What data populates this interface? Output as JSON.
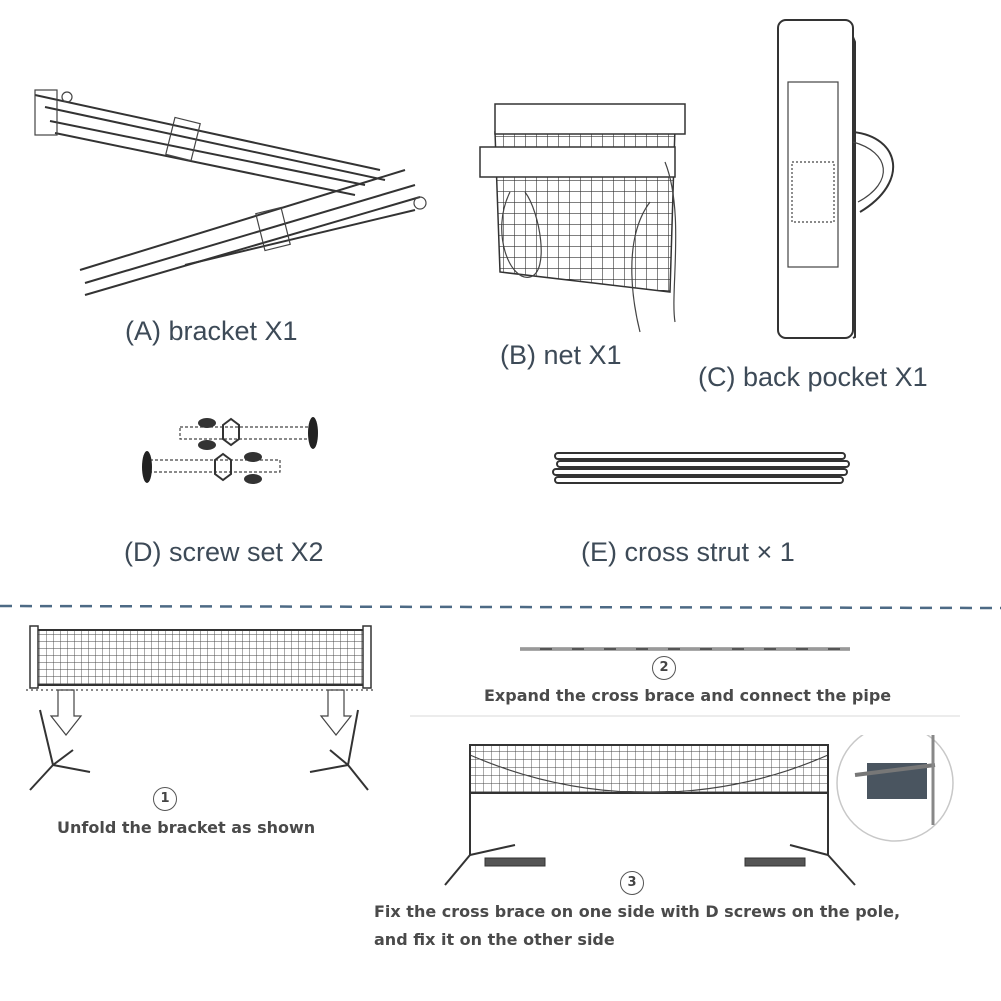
{
  "parts": {
    "a": "(A) bracket X1",
    "b": "(B) net X1",
    "c": "(C) back pocket X1",
    "d": "(D) screw set X2",
    "e": "(E) cross strut × 1"
  },
  "steps": {
    "s1": {
      "num": "1",
      "text": "Unfold the bracket as shown"
    },
    "s2": {
      "num": "2",
      "text": "Expand the cross brace and connect the pipe"
    },
    "s3": {
      "num": "3",
      "line1": "Fix the cross brace on one side with D screws on the pole,",
      "line2": "and fix it on the other side"
    }
  },
  "colors": {
    "divider": "#4d6a85",
    "label": "#3d4a57",
    "step_text": "#4a4a4a"
  }
}
